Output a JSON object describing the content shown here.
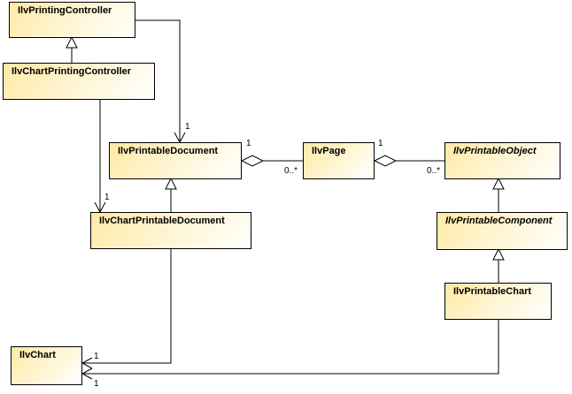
{
  "diagram": {
    "classes": {
      "printing_controller": {
        "name": "IlvPrintingController"
      },
      "chart_printing_controller": {
        "name": "IlvChartPrintingController"
      },
      "printable_document": {
        "name": "IlvPrintableDocument"
      },
      "chart_printable_document": {
        "name": "IlvChartPrintableDocument"
      },
      "page": {
        "name": "IlvPage"
      },
      "printable_object": {
        "name": "IlvPrintableObject"
      },
      "printable_component": {
        "name": "IlvPrintableComponent"
      },
      "printable_chart": {
        "name": "IlvPrintableChart"
      },
      "chart": {
        "name": "IlvChart"
      }
    },
    "multiplicities": {
      "controller_to_document": "1",
      "chart_controller_to_chart_document": "1",
      "document_side_of_pages": "1",
      "pages_of_document": "0..*",
      "page_side_of_objects": "1",
      "objects_of_page": "0..*",
      "chart_document_to_chart": "1",
      "printable_chart_to_chart": "1"
    }
  }
}
